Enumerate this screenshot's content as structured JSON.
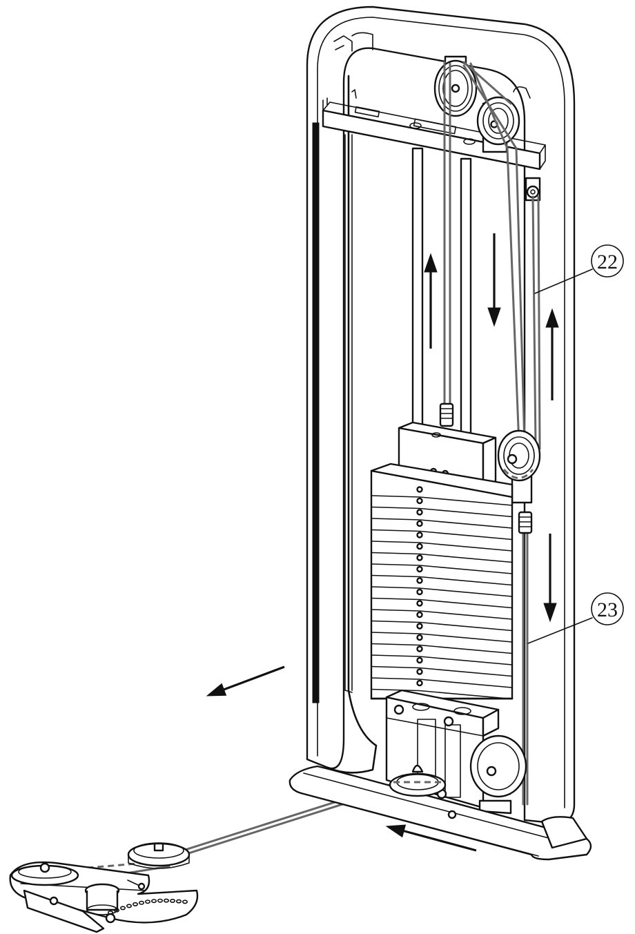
{
  "callouts": [
    {
      "id": "callout-22",
      "label": "22"
    },
    {
      "id": "callout-23",
      "label": "23"
    }
  ]
}
